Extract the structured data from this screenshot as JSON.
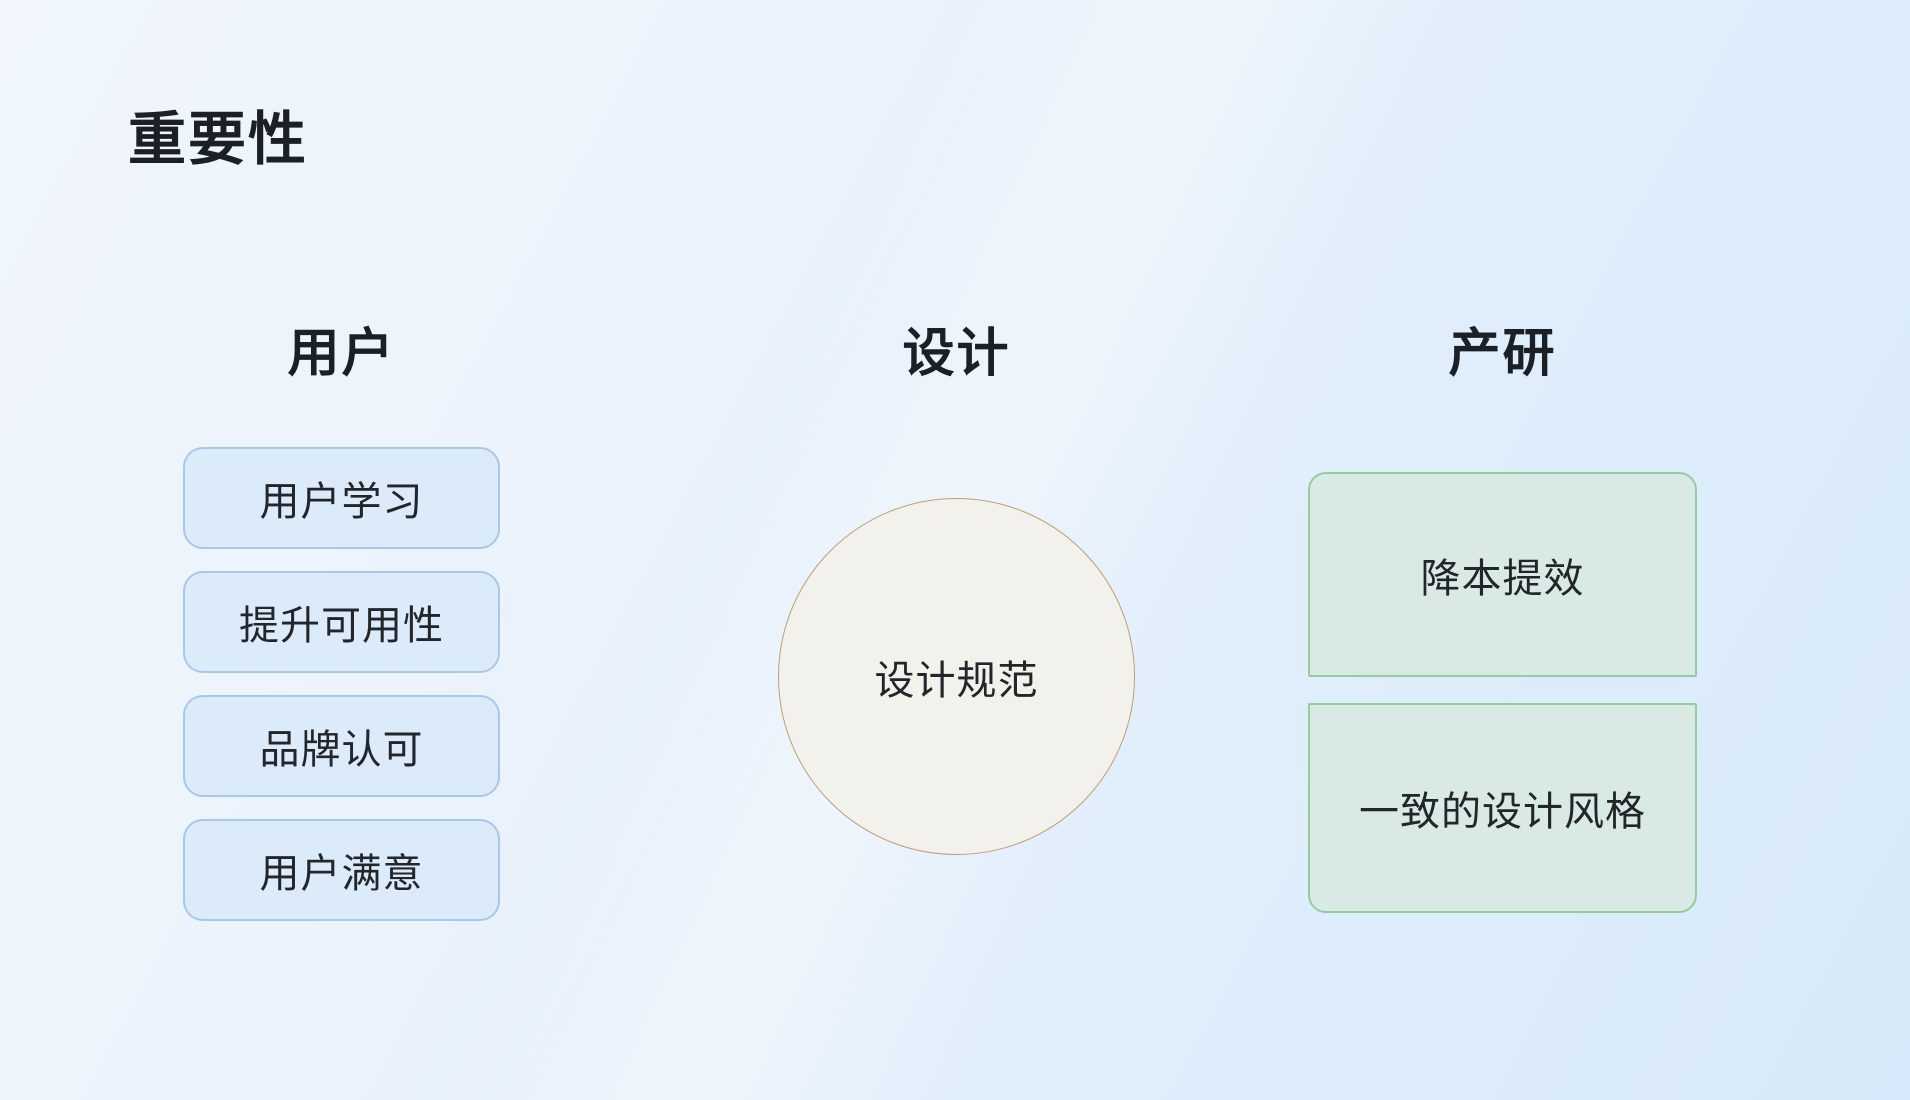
{
  "title": "重要性",
  "columns": {
    "user": {
      "header": "用户",
      "items": [
        "用户学习",
        "提升可用性",
        "品牌认可",
        "用户满意"
      ]
    },
    "design": {
      "header": "设计",
      "circle_label": "设计规范"
    },
    "rnd": {
      "header": "产研",
      "items": [
        "降本提效",
        "一致的设计风格"
      ]
    }
  },
  "colors": {
    "background_start": "#f1f6fd",
    "background_end": "#d7e9fa",
    "user_node_fill": "#dcebf9",
    "user_node_border": "#a6c9ea",
    "design_circle_fill": "#f3f1ec",
    "design_circle_border": "#bf9f74",
    "rnd_node_fill": "#d9e9e3",
    "rnd_node_border": "#95cb9e",
    "text": "#1c2126"
  }
}
